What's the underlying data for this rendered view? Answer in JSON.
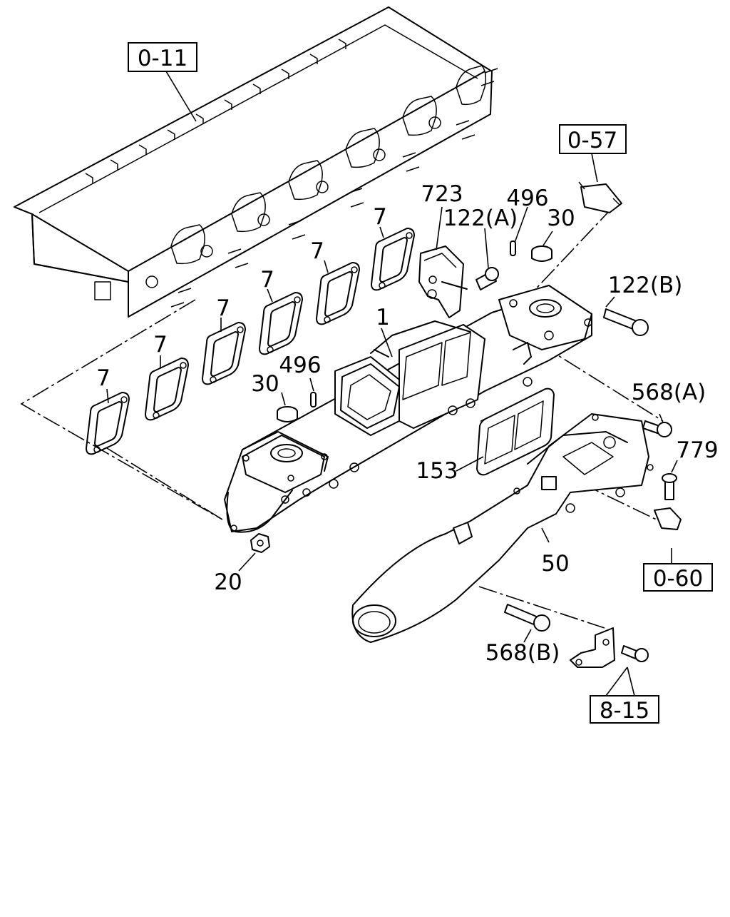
{
  "refs": {
    "r0_11": "0-11",
    "r0_57": "0-57",
    "r0_60": "0-60",
    "r8_15": "8-15"
  },
  "parts": {
    "p723": "723",
    "p122a": "122(A)",
    "p496_top": "496",
    "p30_top": "30",
    "p122b": "122(B)",
    "p7": "7",
    "p1": "1",
    "p496_left": "496",
    "p30_left": "30",
    "p568a": "568(A)",
    "p779": "779",
    "p153": "153",
    "p50": "50",
    "p20": "20",
    "p568b": "568(B)"
  },
  "icons": [
    "cylinder-head",
    "gasket",
    "exhaust-manifold",
    "exhaust-pipe",
    "bolt",
    "nut",
    "cap",
    "pin",
    "bracket",
    "sensor"
  ]
}
